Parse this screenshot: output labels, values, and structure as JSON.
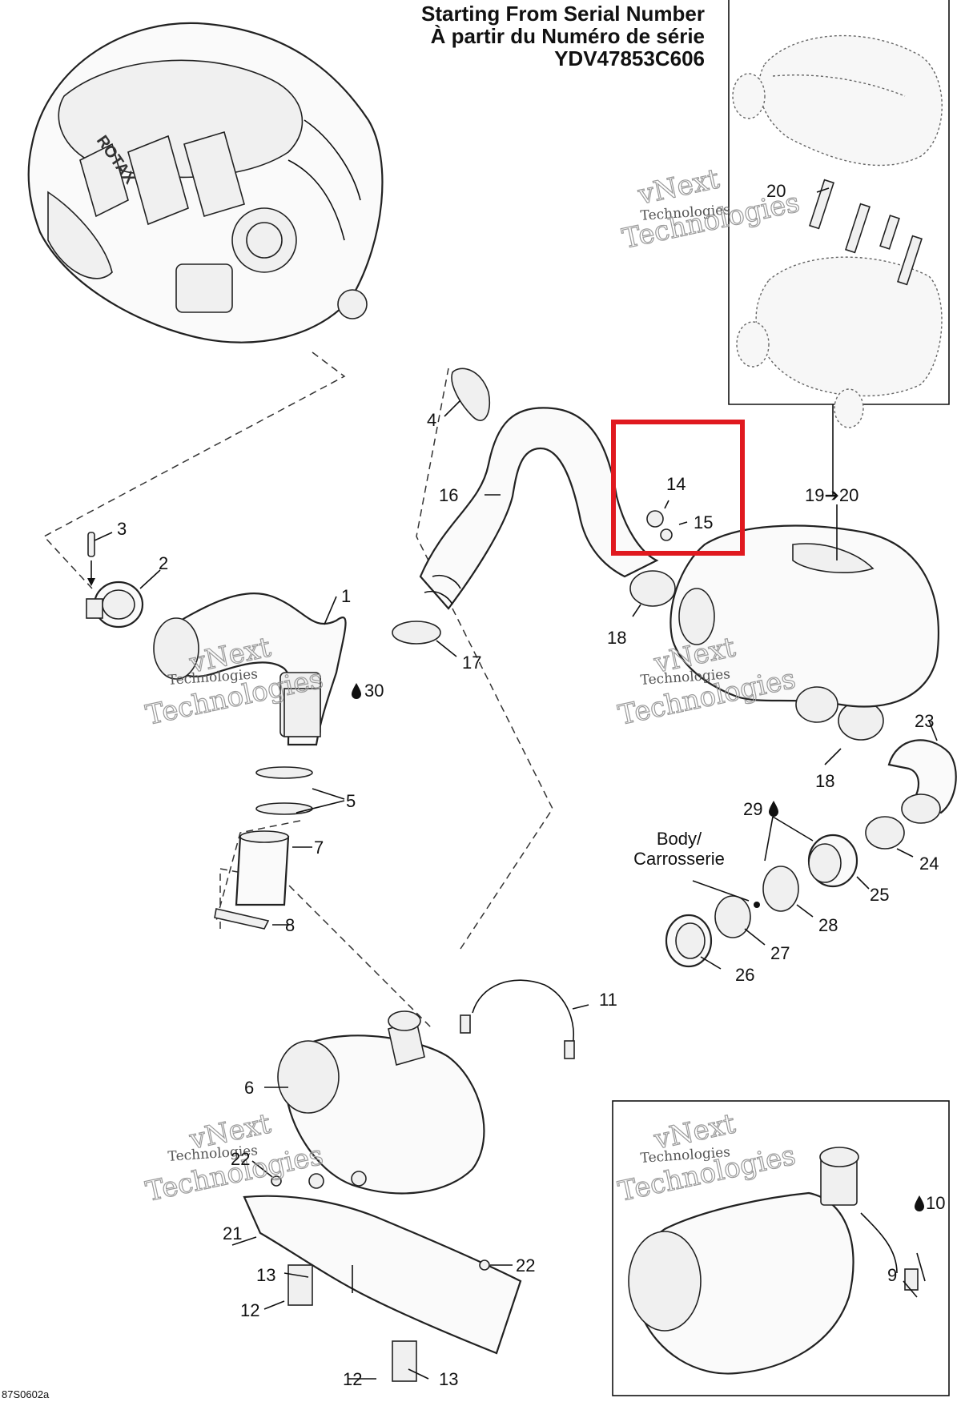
{
  "header": {
    "line1": "Starting From Serial Number",
    "line2": "À partir du Numéro de série",
    "line3": "YDV47853C606"
  },
  "engine_brand": "ROTAX",
  "body_label": {
    "line1": "Body/",
    "line2": "Carrosserie"
  },
  "watermark": {
    "line1": "vNext",
    "line2": "Technologies"
  },
  "drawing_code": "87S0602a",
  "callouts": {
    "c1": "1",
    "c2": "2",
    "c3": "3",
    "c4": "4",
    "c5": "5",
    "c6": "6",
    "c7": "7",
    "c8": "8",
    "c9": "9",
    "c10": "10",
    "c11": "11",
    "c12a": "12",
    "c12b": "12",
    "c13a": "13",
    "c13b": "13",
    "c14": "14",
    "c15": "15",
    "c16": "16",
    "c17": "17",
    "c18a": "18",
    "c18b": "18",
    "c19": "19➔20",
    "c20": "20",
    "c21": "21",
    "c22a": "22",
    "c22b": "22",
    "c23": "23",
    "c24": "24",
    "c25": "25",
    "c26": "26",
    "c27": "27",
    "c28": "28",
    "c29": "29",
    "c30": "30"
  },
  "highlight_color": "#e0191f"
}
